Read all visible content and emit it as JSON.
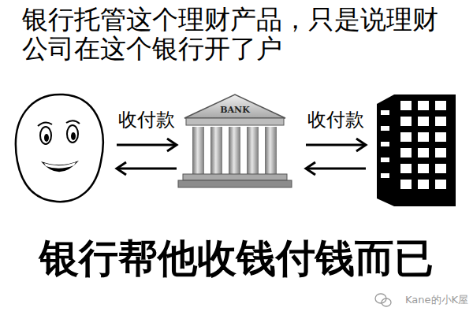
{
  "diagram": {
    "title": "银行托管这个理财产品，只是说理财公司在这个银行开了户",
    "caption": "银行帮他收钱付钱而已",
    "nodes": [
      {
        "text": [
          "BANK"
        ]
      }
    ],
    "labels": [
      "收付款",
      "收付款",
      "Kane的小K屋"
    ]
  }
}
